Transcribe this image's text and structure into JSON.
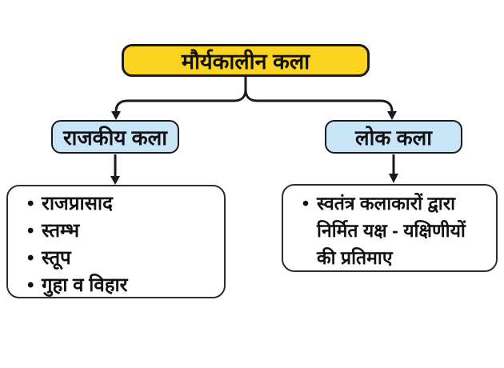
{
  "diagram": {
    "root_label": "मौर्यकालीन कला",
    "branches": [
      {
        "label": "राजकीय कला",
        "items": [
          "राजप्रासाद",
          "स्तम्भ",
          "स्तूप",
          "गुहा व विहार"
        ]
      },
      {
        "label": "लोक कला",
        "items": [
          "स्वतंत्र कलाकारों द्वारा निर्मित यक्ष - यक्षिणीयों की प्रतिमाए"
        ]
      }
    ],
    "colors": {
      "background": "#ffffff",
      "root_fill": "#FAD41E",
      "branch_fill": "#C9E5F8",
      "leaf_fill": "#ffffff",
      "line": "#1a1a1a",
      "text": "#111111"
    }
  }
}
